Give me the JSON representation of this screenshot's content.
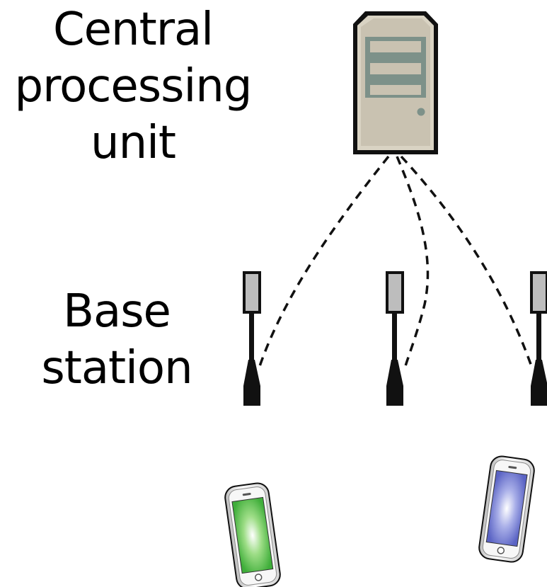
{
  "labels": {
    "central_processing_unit": [
      "Central",
      "processing",
      "unit"
    ],
    "base_station": [
      "Base",
      "station"
    ]
  },
  "colors": {
    "server_body": "#d9d3c3",
    "server_outline": "#111111",
    "server_slots": "#7d9189",
    "link_dash": "#111111",
    "antenna_box": "#bdbdbd",
    "antenna_pole": "#111111",
    "phone_green_screen": "#3fae3a",
    "phone_blue_screen": "#5a63c4",
    "phone_body": "#f2f2f2"
  },
  "icons": {
    "server": "server-icon",
    "base_station": "antenna-icon",
    "phone": "smartphone-icon"
  }
}
